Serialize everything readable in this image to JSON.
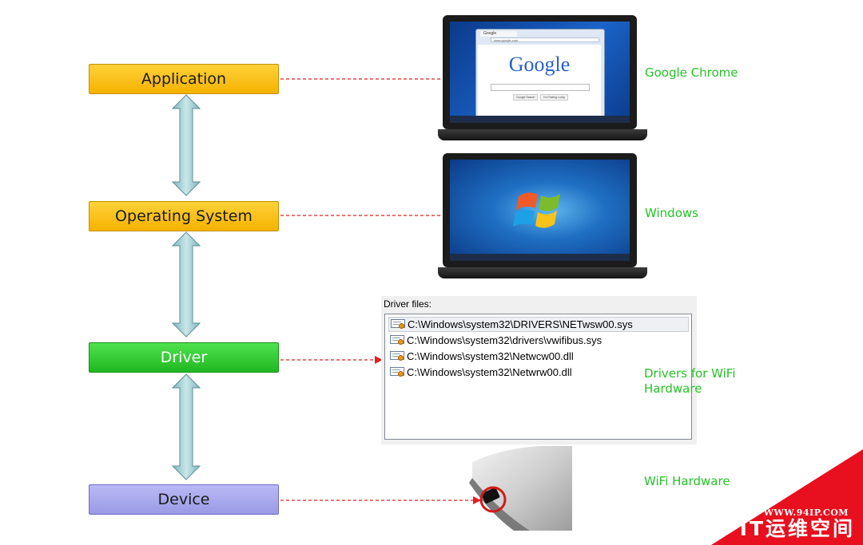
{
  "layers": {
    "application": "Application",
    "operating_system": "Operating System",
    "driver": "Driver",
    "device": "Device"
  },
  "examples": {
    "application": "Google Chrome",
    "operating_system": "Windows",
    "driver_line1": "Drivers for WiFi",
    "driver_line2": "Hardware",
    "device": "WiFi Hardware"
  },
  "browser": {
    "tab_title": "Google",
    "address": "www.google.com",
    "logo": "Google",
    "button_search": "Google Search",
    "button_lucky": "I'm Feeling Lucky"
  },
  "driver_panel": {
    "title": "Driver files:",
    "files": [
      "C:\\Windows\\system32\\DRIVERS\\NETwsw00.sys",
      "C:\\Windows\\system32\\drivers\\vwifibus.sys",
      "C:\\Windows\\system32\\Netwcw00.dll",
      "C:\\Windows\\system32\\Netwrw00.dll"
    ]
  },
  "watermark": {
    "url": "WWW.94IP.COM",
    "name": "IT运维空间"
  },
  "colors": {
    "app_os_box": "#f5b200",
    "driver_box": "#20b820",
    "device_box": "#9a9ae6",
    "label_green": "#27c227",
    "connector_red": "#e02020",
    "watermark_red": "#e8101e"
  }
}
